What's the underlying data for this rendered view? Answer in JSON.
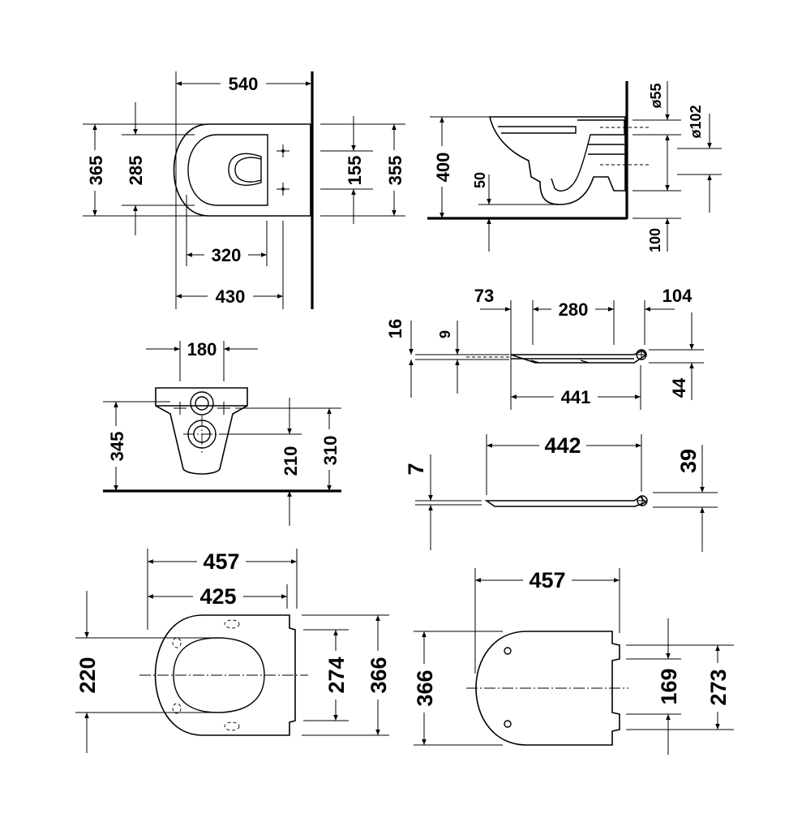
{
  "views": {
    "top_view": {
      "width": "540",
      "depth_outer": "365",
      "depth_inner": "285",
      "fix_spacing": "155",
      "fix_outer": "355",
      "rim_width": "320",
      "bowl_length": "430"
    },
    "side_view": {
      "height": "400",
      "outlet_offset": "50",
      "outlet_diameter": "ø55",
      "pipe_diameter": "ø102",
      "floor_offset": "100"
    },
    "front_view": {
      "width": "180",
      "height": "345",
      "outlet_height": "210",
      "fix_height": "310"
    },
    "seat_side_1": {
      "total_height": "16",
      "lid_height": "9",
      "offset_left": "73",
      "hinge_span": "280",
      "offset_right": "104",
      "length": "441",
      "hinge_height": "44"
    },
    "seat_side_2": {
      "length": "442",
      "height": "7",
      "hinge_height": "39"
    },
    "seat_top": {
      "outer_length": "457",
      "inner_length": "425",
      "opening_width": "220",
      "hinge_spacing": "274",
      "width": "366"
    },
    "lid_top": {
      "length": "457",
      "width": "366",
      "hinge_spacing": "169",
      "hinge_outer": "273"
    }
  }
}
